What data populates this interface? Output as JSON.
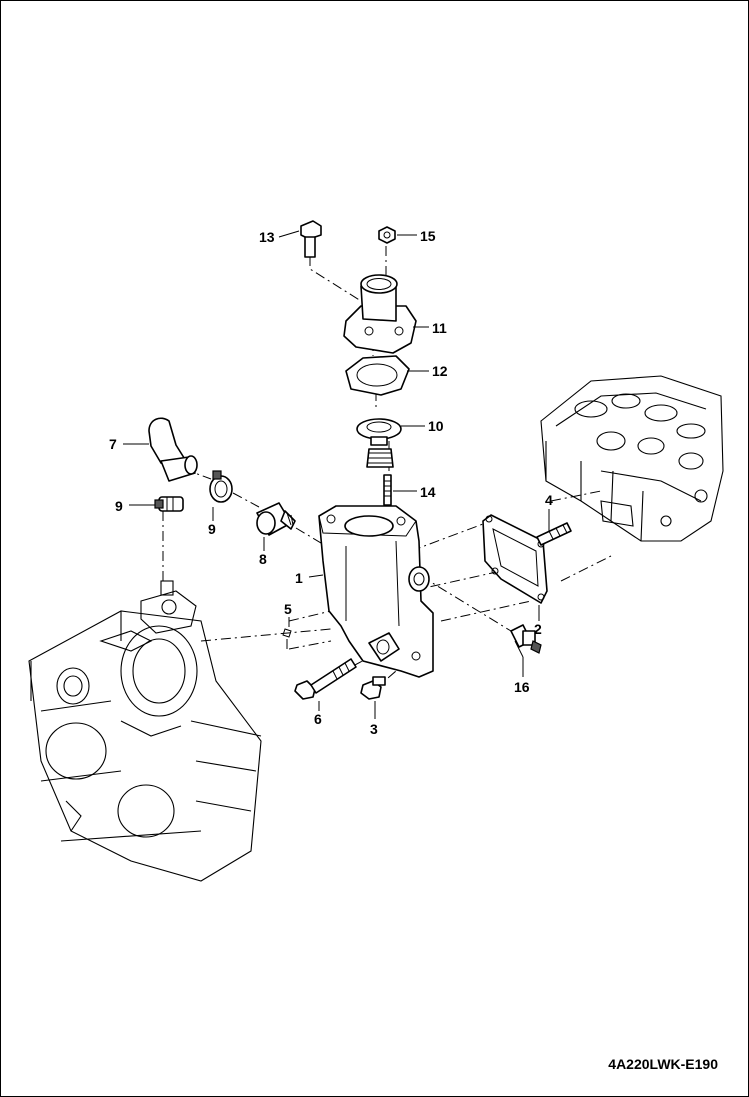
{
  "callouts": {
    "c1": "1",
    "c2": "2",
    "c3": "3",
    "c4": "4",
    "c5": "5",
    "c6": "6",
    "c7": "7",
    "c8": "8",
    "c9a": "9",
    "c9b": "9",
    "c10": "10",
    "c11": "11",
    "c12": "12",
    "c13": "13",
    "c14": "14",
    "c15": "15",
    "c16": "16"
  },
  "drawing_code": "4A220LWK-E190"
}
